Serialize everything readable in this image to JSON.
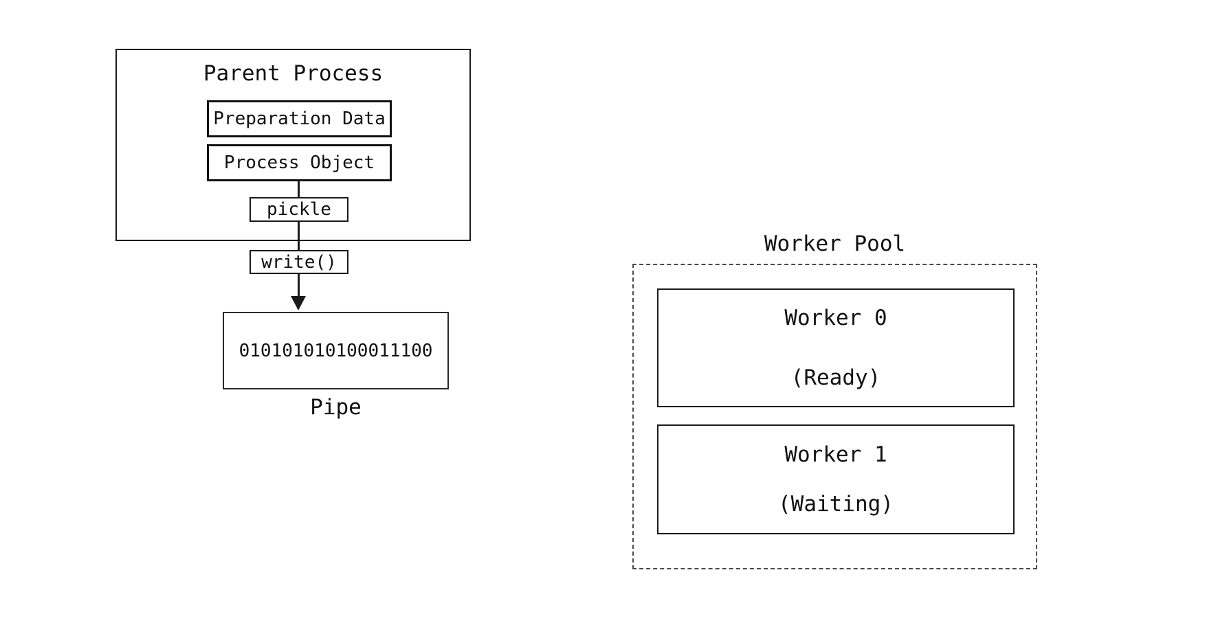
{
  "diagram": {
    "parent_process": {
      "title": "Parent Process",
      "preparation_data_label": "Preparation Data",
      "process_object_label": "Process Object",
      "pickle_label": "pickle",
      "write_label": "write()"
    },
    "pipe": {
      "binary_content": "010101010100011100",
      "label": "Pipe"
    },
    "worker_pool": {
      "title": "Worker Pool",
      "workers": [
        {
          "name": "Worker 0",
          "status": "(Ready)"
        },
        {
          "name": "Worker 1",
          "status": "(Waiting)"
        }
      ]
    },
    "colors": {
      "background": "#ffffff",
      "line": "#1a1a1a",
      "dashed_border": "#4a4a4a",
      "text": "#111111"
    }
  }
}
